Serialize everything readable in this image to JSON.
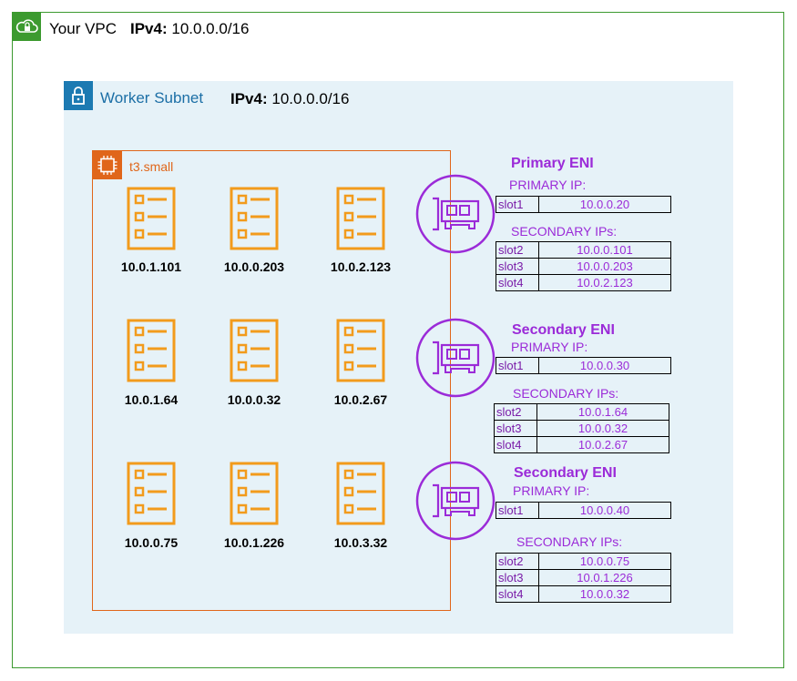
{
  "vpc": {
    "title": "Your VPC",
    "ipv4_label": "IPv4:",
    "ipv4_value": "10.0.0.0/16",
    "icon": "cloud-lock-icon",
    "color": "#3c9a2f"
  },
  "subnet": {
    "title": "Worker Subnet",
    "ipv4_label": "IPv4:",
    "ipv4_value": "10.0.0.0/16",
    "icon": "lock-icon",
    "color": "#1c7ab2"
  },
  "instance": {
    "title": "t3.small",
    "icon": "chip-icon",
    "color": "#e0661a",
    "pods": [
      {
        "ip": "10.0.1.101"
      },
      {
        "ip": "10.0.0.203"
      },
      {
        "ip": "10.0.2.123"
      },
      {
        "ip": "10.0.1.64"
      },
      {
        "ip": "10.0.0.32"
      },
      {
        "ip": "10.0.2.67"
      },
      {
        "ip": "10.0.0.75"
      },
      {
        "ip": "10.0.1.226"
      },
      {
        "ip": "10.0.3.32"
      }
    ]
  },
  "enis": [
    {
      "title": "Primary ENI",
      "primary_label": "PRIMARY IP:",
      "primary": {
        "slot": "slot1",
        "ip": "10.0.0.20"
      },
      "secondary_label": "SECONDARY IPs:",
      "secondary": [
        {
          "slot": "slot2",
          "ip": "10.0.0.101"
        },
        {
          "slot": "slot3",
          "ip": "10.0.0.203"
        },
        {
          "slot": "slot4",
          "ip": "10.0.2.123"
        }
      ]
    },
    {
      "title": "Secondary ENI",
      "primary_label": "PRIMARY IP:",
      "primary": {
        "slot": "slot1",
        "ip": "10.0.0.30"
      },
      "secondary_label": "SECONDARY IPs:",
      "secondary": [
        {
          "slot": "slot2",
          "ip": "10.0.1.64"
        },
        {
          "slot": "slot3",
          "ip": "10.0.0.32"
        },
        {
          "slot": "slot4",
          "ip": "10.0.2.67"
        }
      ]
    },
    {
      "title": "Secondary ENI",
      "primary_label": "PRIMARY IP:",
      "primary": {
        "slot": "slot1",
        "ip": "10.0.0.40"
      },
      "secondary_label": "SECONDARY IPs:",
      "secondary": [
        {
          "slot": "slot2",
          "ip": "10.0.0.75"
        },
        {
          "slot": "slot3",
          "ip": "10.0.1.226"
        },
        {
          "slot": "slot4",
          "ip": "10.0.0.32"
        }
      ]
    }
  ],
  "colors": {
    "pod_icon": "#f29b1c",
    "eni": "#9b2bd8"
  }
}
